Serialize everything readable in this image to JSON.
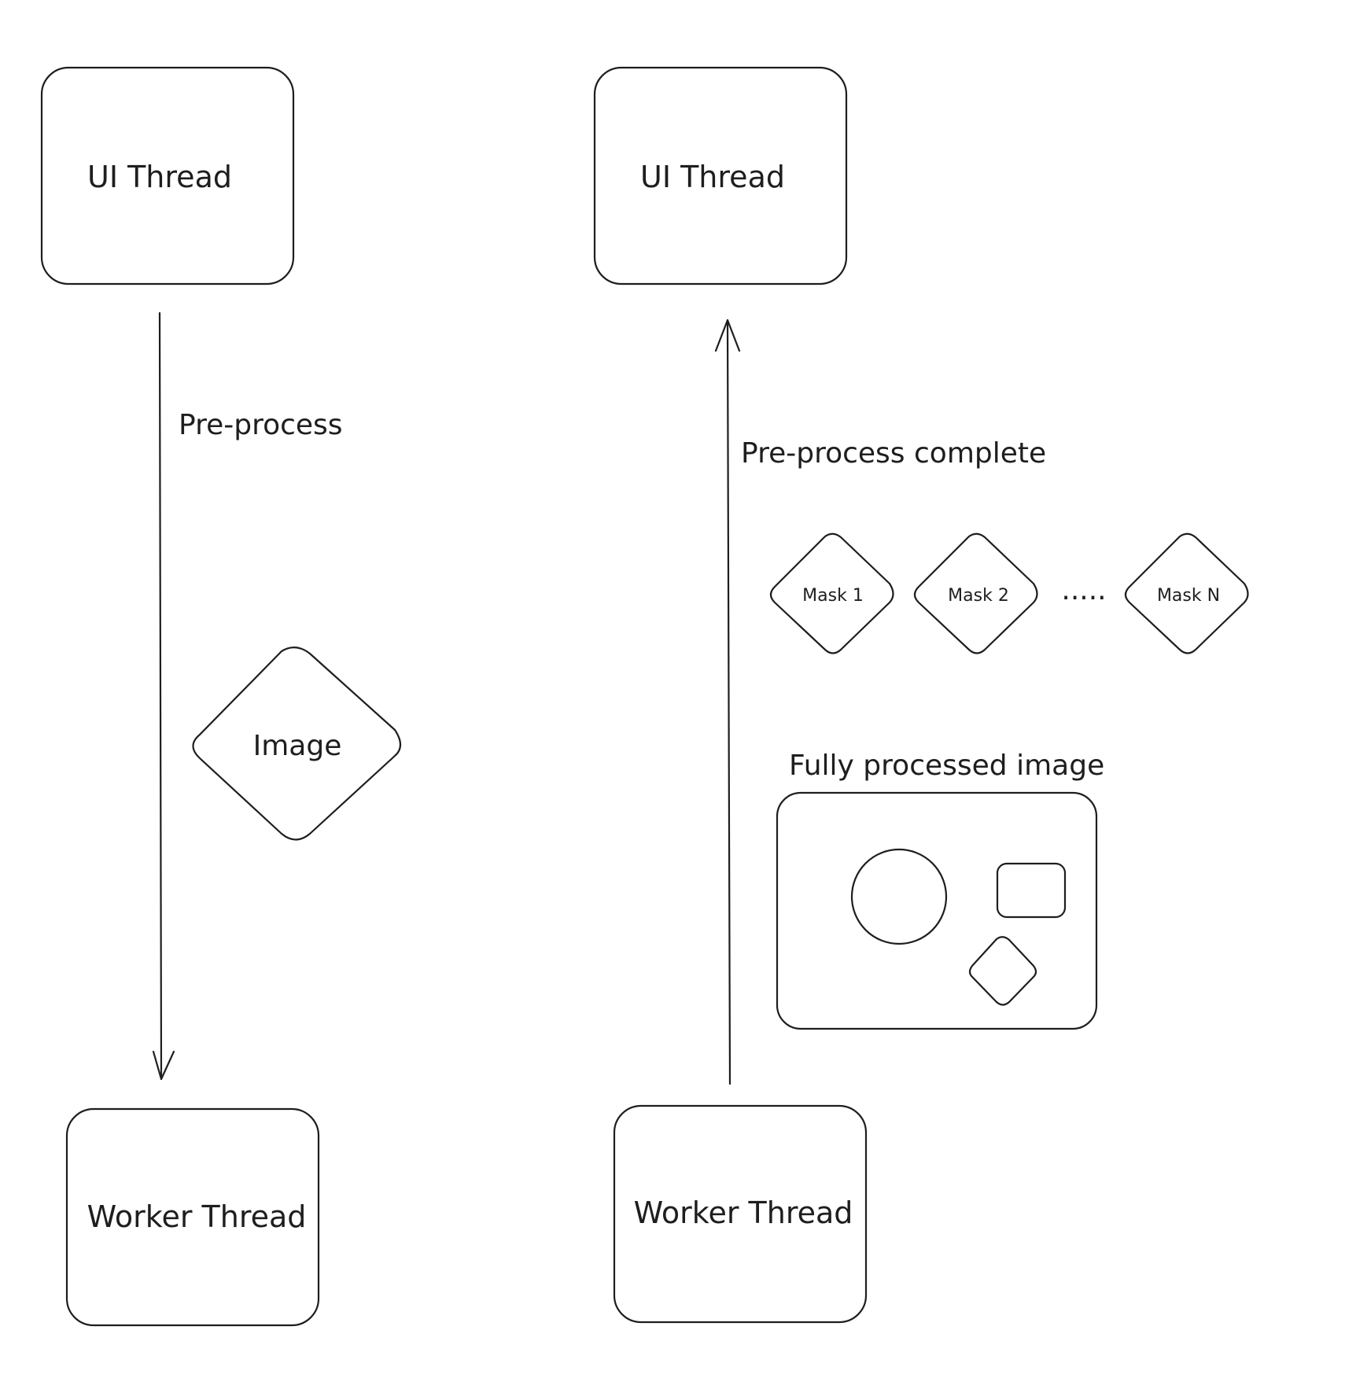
{
  "nodes": {
    "ui_thread_left": {
      "label": "UI Thread",
      "color": "#fff3bf"
    },
    "ui_thread_right": {
      "label": "UI Thread",
      "color": "#fff3bf"
    },
    "worker_thread_left": {
      "label": "Worker Thread",
      "color": "#d0ebff"
    },
    "worker_thread_right": {
      "label": "Worker Thread",
      "color": "#d0ebff"
    },
    "image": {
      "label": "Image",
      "color": "#ffc9c9"
    },
    "mask_1": {
      "label": "Mask 1",
      "color": "#ffc9c9"
    },
    "mask_2": {
      "label": "Mask 2",
      "color": "#ffc9c9"
    },
    "mask_n": {
      "label": "Mask N",
      "color": "#ffc9c9"
    },
    "ellipsis": {
      "label": "....."
    }
  },
  "edges": {
    "pre_process": {
      "label": "Pre-process",
      "from": "UI Thread",
      "to": "Worker Thread"
    },
    "pre_process_complete": {
      "label": "Pre-process complete",
      "from": "Worker Thread",
      "to": "UI Thread"
    }
  },
  "processed_image": {
    "label": "Fully processed image",
    "frame_color": "#ff8787",
    "circle_color": "#b2f2bb",
    "square_color": "#a5d8ff",
    "diamond_color": "#ffd43b"
  }
}
